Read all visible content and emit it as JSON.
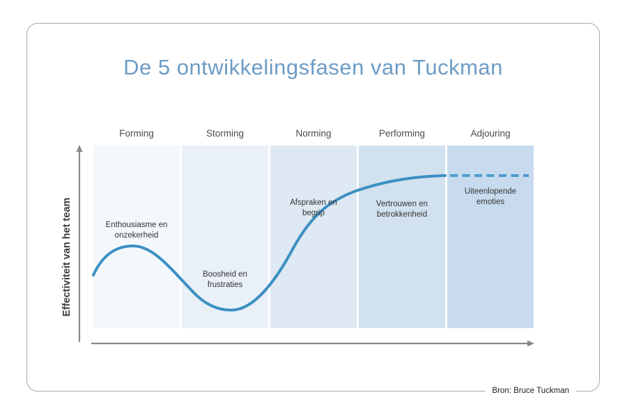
{
  "title": "De 5 ontwikkelingsfasen van Tuckman",
  "y_axis": {
    "label": "Effectiviteit van het team"
  },
  "source": {
    "label": "Bron: Bruce Tuckman"
  },
  "phases": [
    {
      "label": "Forming",
      "annotation": "Enthousiasme en\nonzekerheid",
      "color": "#f3f8fc"
    },
    {
      "label": "Storming",
      "annotation": "Boosheid en\nfrustraties",
      "color": "#e9f0f8"
    },
    {
      "label": "Norming",
      "annotation": "Afspraken en\nbegrip",
      "color": "#dee9f4"
    },
    {
      "label": "Performing",
      "annotation": "Vertrouwen en\nbetrokkenheid",
      "color": "#d2e1f0"
    },
    {
      "label": "Adjouring",
      "annotation": "Uiteenlopende\nemoties",
      "color": "#c7daee"
    }
  ],
  "colors": {
    "curve_solid": "#3b90c2",
    "curve_dashed": "#4e9bd2",
    "axis": "#888888",
    "title": "#6d9cc5",
    "card_border": "#a9a9a9"
  },
  "chart_data": {
    "type": "line",
    "title": "De 5 ontwikkelingsfasen van Tuckman",
    "categories": [
      "Forming",
      "Storming",
      "Norming",
      "Performing",
      "Adjouring"
    ],
    "ylabel": "Effectiviteit van het team",
    "xlabel": "",
    "y_axis_scale": "qualitative, no ticks; normalized 0-1 estimated from curve",
    "series": [
      {
        "name": "Effectiviteit van het team",
        "x_phase_units": [
          0.0,
          0.45,
          1.0,
          1.6,
          2.2,
          2.6,
          3.0,
          3.5,
          4.0,
          5.0
        ],
        "values": [
          0.29,
          0.45,
          0.22,
          0.1,
          0.28,
          0.48,
          0.68,
          0.8,
          0.84,
          0.84
        ],
        "style_note": "solid line through Performing, dashed horizontal segment across Adjouring"
      }
    ],
    "grid": false,
    "legend": false,
    "annotations_per_phase": [
      "Enthousiasme en onzekerheid",
      "Boosheid en frustraties",
      "Afspraken en begrip",
      "Vertrouwen en betrokkenheid",
      "Uiteenlopende emoties"
    ]
  }
}
